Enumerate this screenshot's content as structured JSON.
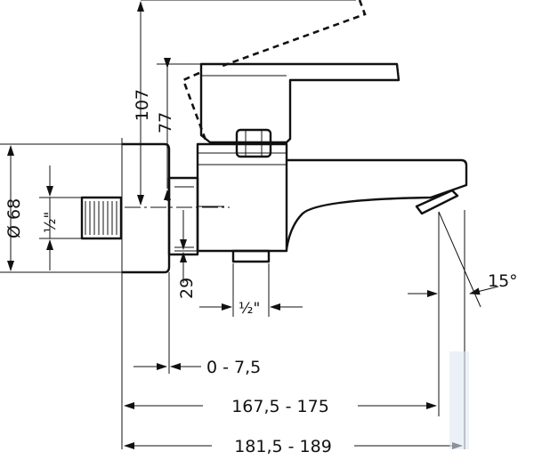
{
  "dimensions": {
    "height_total": "107",
    "height_lever": "77",
    "diameter": "Ø 68",
    "thread_left": "½\"",
    "offset_bottom": "29",
    "thread_bottom": "½\"",
    "angle": "15°",
    "offset_range": "0 - 7,5",
    "length_inner": "167,5 - 175",
    "length_outer": "181,5 - 189"
  },
  "colors": {
    "line": "#111111",
    "background": "#ffffff"
  }
}
